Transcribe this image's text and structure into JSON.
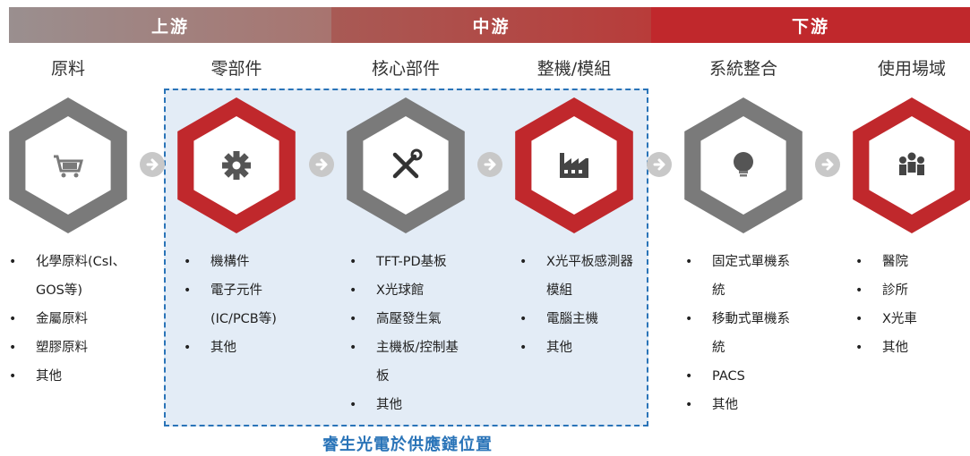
{
  "stages": {
    "upstream": "上游",
    "midstream": "中游",
    "downstream": "下游"
  },
  "columns": [
    {
      "title": "原料",
      "icon": "shopping-cart-icon",
      "style": "gray",
      "items": [
        [
          "化學原料(CsI、",
          "GOS等)"
        ],
        [
          "金屬原料"
        ],
        [
          "塑膠原料"
        ],
        [
          "其他"
        ]
      ]
    },
    {
      "title": "零部件",
      "icon": "gear-icon",
      "style": "red",
      "items": [
        [
          "機構件"
        ],
        [
          "電子元件",
          "(IC/PCB等)"
        ],
        [
          "其他"
        ]
      ]
    },
    {
      "title": "核心部件",
      "icon": "tools-icon",
      "style": "gray",
      "items": [
        [
          "TFT-PD基板"
        ],
        [
          "X光球館"
        ],
        [
          "高壓發生氣"
        ],
        [
          "主機板/控制基",
          "板"
        ],
        [
          "其他"
        ]
      ]
    },
    {
      "title": "整機/模組",
      "icon": "factory-icon",
      "style": "red",
      "items": [
        [
          "X光平板感測器",
          "模組"
        ],
        [
          "電腦主機"
        ],
        [
          "其他"
        ]
      ]
    },
    {
      "title": "系統整合",
      "icon": "lightbulb-icon",
      "style": "gray",
      "items": [
        [
          "固定式單機系",
          "統"
        ],
        [
          "移動式單機系",
          "統"
        ],
        [
          "PACS"
        ],
        [
          "其他"
        ]
      ]
    },
    {
      "title": "使用場域",
      "icon": "people-icon",
      "style": "red",
      "items": [
        [
          "醫院"
        ],
        [
          "診所"
        ],
        [
          "X光車"
        ],
        [
          "其他"
        ]
      ]
    }
  ],
  "caption": "睿生光電於供應鏈位置",
  "colors": {
    "red": "#c0282c",
    "gray": "#7a7a7a",
    "highlight": "#e3ecf6",
    "caption": "#2a74b8"
  }
}
